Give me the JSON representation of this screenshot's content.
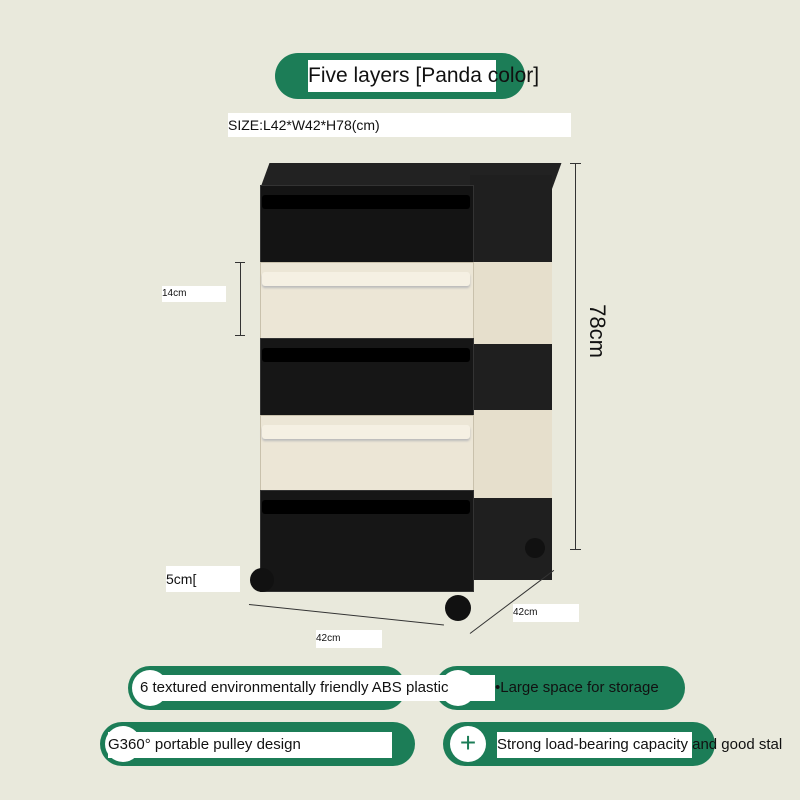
{
  "title": "Five layers [Panda color]",
  "size": "SIZE:L42*W42*H78(cm)",
  "dimensions": {
    "drawer_height": "14cm",
    "height": "78cm",
    "wheel_height": "5cm[",
    "length": "42cm",
    "width": "42cm"
  },
  "features": [
    {
      "text": "6 textured environmentally friendly ABS plastic"
    },
    {
      "text": "•Large space for storage"
    },
    {
      "text": "G360° portable pulley design"
    },
    {
      "text": "Strong load-bearing capacity and good stal",
      "icon": "plus-icon"
    }
  ],
  "colors": {
    "accent": "#1c7d57",
    "background": "#e9e9dc",
    "black": "#1a1a1a",
    "cream": "#ece6d6"
  }
}
